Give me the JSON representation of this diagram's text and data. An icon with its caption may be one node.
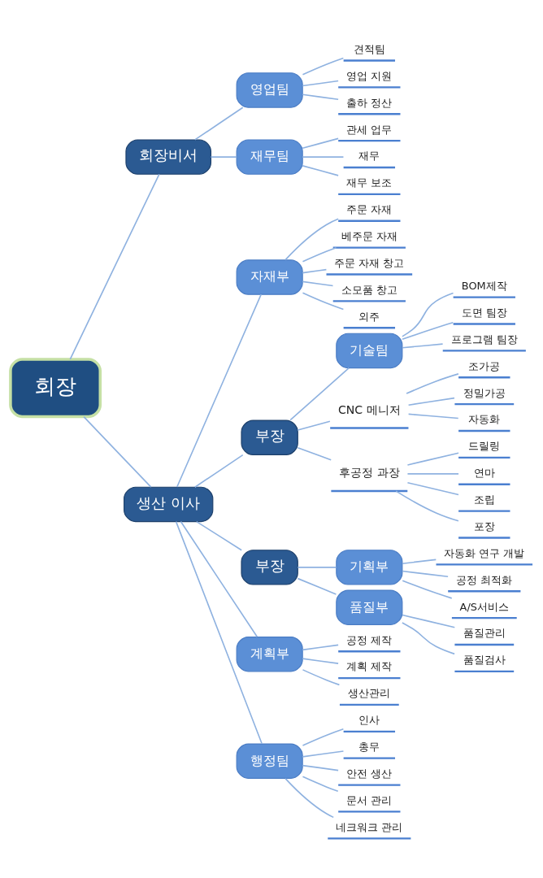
{
  "diagram": {
    "nodes": [
      {
        "text": [
          "회장"
        ]
      },
      {
        "text": [
          "회장비서"
        ]
      },
      {
        "text": [
          "영업팀"
        ]
      },
      {
        "text": [
          "견적팀"
        ]
      },
      {
        "text": [
          "영업 지원"
        ]
      },
      {
        "text": [
          "출하 정산"
        ]
      },
      {
        "text": [
          "재무팀"
        ]
      },
      {
        "text": [
          "관세 업무"
        ]
      },
      {
        "text": [
          "재무"
        ]
      },
      {
        "text": [
          "재무 보조"
        ]
      },
      {
        "text": [
          "생산 이사"
        ]
      },
      {
        "text": [
          "자재부"
        ]
      },
      {
        "text": [
          "주문 자재"
        ]
      },
      {
        "text": [
          "베주문 자재"
        ]
      },
      {
        "text": [
          "주문 자재 창고"
        ]
      },
      {
        "text": [
          "소모품 창고"
        ]
      },
      {
        "text": [
          "외주"
        ]
      },
      {
        "text": [
          "부장"
        ]
      },
      {
        "text": [
          "기술팀"
        ]
      },
      {
        "text": [
          "BOM제작"
        ]
      },
      {
        "text": [
          "도면 팀장"
        ]
      },
      {
        "text": [
          "프로그램 팀장"
        ]
      },
      {
        "text": [
          "CNC 메니저"
        ]
      },
      {
        "text": [
          "조가공"
        ]
      },
      {
        "text": [
          "정밀가공"
        ]
      },
      {
        "text": [
          "자동화"
        ]
      },
      {
        "text": [
          "후공정 과장"
        ]
      },
      {
        "text": [
          "드릴링"
        ]
      },
      {
        "text": [
          "연마"
        ]
      },
      {
        "text": [
          "조립"
        ]
      },
      {
        "text": [
          "포장"
        ]
      },
      {
        "text": [
          "부장"
        ]
      },
      {
        "text": [
          "기획부"
        ]
      },
      {
        "text": [
          "자동화 연구 개발"
        ]
      },
      {
        "text": [
          "공정 최적화"
        ]
      },
      {
        "text": [
          "A/S서비스"
        ]
      },
      {
        "text": [
          "품질부"
        ]
      },
      {
        "text": [
          "품질관리"
        ]
      },
      {
        "text": [
          "품질검사"
        ]
      },
      {
        "text": [
          "계획부"
        ]
      },
      {
        "text": [
          "공정 제작"
        ]
      },
      {
        "text": [
          "계획 제작"
        ]
      },
      {
        "text": [
          "생산관리"
        ]
      },
      {
        "text": [
          "행정팀"
        ]
      },
      {
        "text": [
          "인사"
        ]
      },
      {
        "text": [
          "총무"
        ]
      },
      {
        "text": [
          "안전 생산"
        ]
      },
      {
        "text": [
          "문서 관리"
        ]
      },
      {
        "text": [
          "네크워크 관리"
        ]
      }
    ],
    "edges": [
      {
        "from": 0,
        "to": 1,
        "arrow": "none"
      },
      {
        "from": 1,
        "to": 2,
        "arrow": "none"
      },
      {
        "from": 2,
        "to": 3,
        "arrow": "none"
      },
      {
        "from": 2,
        "to": 4,
        "arrow": "none"
      },
      {
        "from": 2,
        "to": 5,
        "arrow": "none"
      },
      {
        "from": 1,
        "to": 6,
        "arrow": "none"
      },
      {
        "from": 6,
        "to": 7,
        "arrow": "none"
      },
      {
        "from": 6,
        "to": 8,
        "arrow": "none"
      },
      {
        "from": 6,
        "to": 9,
        "arrow": "none"
      },
      {
        "from": 0,
        "to": 10,
        "arrow": "none"
      },
      {
        "from": 10,
        "to": 11,
        "arrow": "none"
      },
      {
        "from": 11,
        "to": 12,
        "arrow": "none"
      },
      {
        "from": 11,
        "to": 13,
        "arrow": "none"
      },
      {
        "from": 11,
        "to": 14,
        "arrow": "none"
      },
      {
        "from": 11,
        "to": 15,
        "arrow": "none"
      },
      {
        "from": 11,
        "to": 16,
        "arrow": "none"
      },
      {
        "from": 10,
        "to": 17,
        "arrow": "none"
      },
      {
        "from": 17,
        "to": 18,
        "arrow": "none"
      },
      {
        "from": 18,
        "to": 19,
        "arrow": "none"
      },
      {
        "from": 18,
        "to": 20,
        "arrow": "none"
      },
      {
        "from": 18,
        "to": 21,
        "arrow": "none"
      },
      {
        "from": 17,
        "to": 22,
        "arrow": "none"
      },
      {
        "from": 22,
        "to": 23,
        "arrow": "none"
      },
      {
        "from": 22,
        "to": 24,
        "arrow": "none"
      },
      {
        "from": 22,
        "to": 25,
        "arrow": "none"
      },
      {
        "from": 17,
        "to": 26,
        "arrow": "none"
      },
      {
        "from": 26,
        "to": 27,
        "arrow": "none"
      },
      {
        "from": 26,
        "to": 28,
        "arrow": "none"
      },
      {
        "from": 26,
        "to": 29,
        "arrow": "none"
      },
      {
        "from": 26,
        "to": 30,
        "arrow": "none"
      },
      {
        "from": 10,
        "to": 31,
        "arrow": "none"
      },
      {
        "from": 31,
        "to": 32,
        "arrow": "none"
      },
      {
        "from": 32,
        "to": 33,
        "arrow": "none"
      },
      {
        "from": 32,
        "to": 34,
        "arrow": "none"
      },
      {
        "from": 32,
        "to": 35,
        "arrow": "none"
      },
      {
        "from": 31,
        "to": 36,
        "arrow": "none"
      },
      {
        "from": 36,
        "to": 37,
        "arrow": "none"
      },
      {
        "from": 36,
        "to": 38,
        "arrow": "none"
      },
      {
        "from": 10,
        "to": 39,
        "arrow": "none"
      },
      {
        "from": 39,
        "to": 40,
        "arrow": "none"
      },
      {
        "from": 39,
        "to": 41,
        "arrow": "none"
      },
      {
        "from": 39,
        "to": 42,
        "arrow": "none"
      },
      {
        "from": 10,
        "to": 43,
        "arrow": "none"
      },
      {
        "from": 43,
        "to": 44,
        "arrow": "none"
      },
      {
        "from": 43,
        "to": 45,
        "arrow": "none"
      },
      {
        "from": 43,
        "to": 46,
        "arrow": "none"
      },
      {
        "from": 43,
        "to": 47,
        "arrow": "none"
      },
      {
        "from": 43,
        "to": 48,
        "arrow": "none"
      }
    ]
  }
}
